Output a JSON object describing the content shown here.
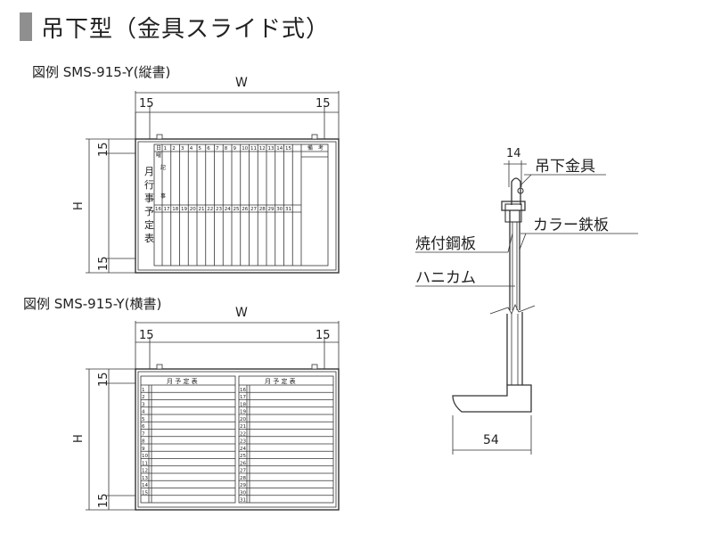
{
  "header": {
    "title": "吊下型（金具スライド式）"
  },
  "figure1": {
    "caption": "図例 SMS-915-Y(縦書)"
  },
  "figure2": {
    "caption": "図例 SMS-915-Y(横書)"
  },
  "dims": {
    "w": "W",
    "h": "H",
    "margin": "15",
    "depth": "54",
    "hook": "14"
  },
  "board1": {
    "title_chars": [
      "月",
      "行",
      "事",
      "予",
      "定",
      "表"
    ],
    "day_head": "日",
    "row1_label": "曜",
    "notes_head": "備　考",
    "memo_chars": [
      "記",
      "事"
    ],
    "days_top": [
      "1",
      "2",
      "3",
      "4",
      "5",
      "6",
      "7",
      "8",
      "9",
      "10",
      "11",
      "12",
      "13",
      "14",
      "15"
    ],
    "days_bottom": [
      "16",
      "17",
      "18",
      "19",
      "20",
      "21",
      "22",
      "23",
      "24",
      "25",
      "26",
      "27",
      "28",
      "29",
      "30",
      "31"
    ]
  },
  "board2": {
    "left_title": "月 予 定 表",
    "right_title": "月 予 定 表",
    "left_days": [
      "1",
      "2",
      "3",
      "4",
      "5",
      "6",
      "7",
      "8",
      "9",
      "10",
      "11",
      "12",
      "13",
      "14",
      "15"
    ],
    "right_days": [
      "16",
      "17",
      "18",
      "19",
      "20",
      "21",
      "22",
      "23",
      "24",
      "25",
      "26",
      "27",
      "28",
      "29",
      "30",
      "31"
    ]
  },
  "section": {
    "labels": {
      "hanger": "吊下金具",
      "steel": "焼付鋼板",
      "color_steel": "カラー鉄板",
      "honeycomb": "ハニカム"
    }
  }
}
